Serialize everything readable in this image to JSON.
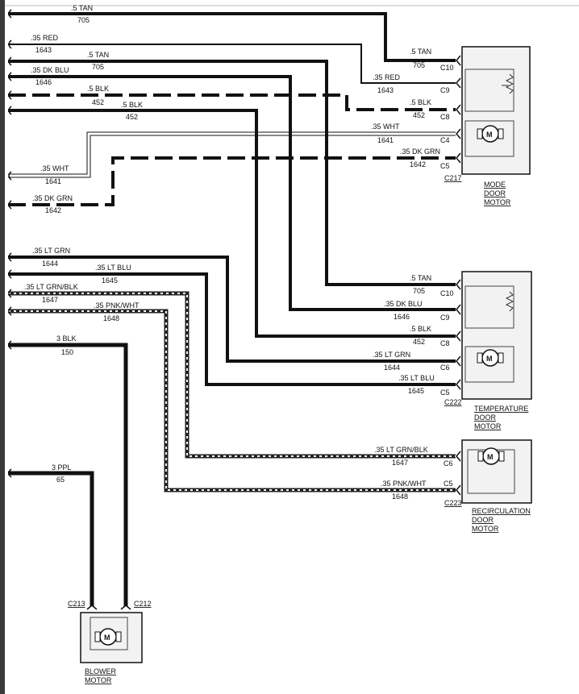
{
  "wires_top": [
    {
      "gauge_color": ".5 TAN",
      "circuit": "705"
    },
    {
      "gauge_color": ".35 RED",
      "circuit": "1643"
    },
    {
      "gauge_color": ".5 TAN",
      "circuit": "705"
    },
    {
      "gauge_color": ".35 DK BLU",
      "circuit": "1646"
    },
    {
      "gauge_color": ".5 BLK",
      "circuit": "452"
    },
    {
      "gauge_color": ".5 BLK",
      "circuit": "452"
    },
    {
      "gauge_color": ".35 WHT",
      "circuit": "1641"
    },
    {
      "gauge_color": ".35 DK GRN",
      "circuit": "1642"
    }
  ],
  "mode_pins": [
    {
      "gauge_color": ".5 TAN",
      "circuit": "705",
      "pin": "C10"
    },
    {
      "gauge_color": ".35 RED",
      "circuit": "1643",
      "pin": "C9"
    },
    {
      "gauge_color": ".5 BLK",
      "circuit": "452",
      "pin": "C8"
    },
    {
      "gauge_color": ".35 WHT",
      "circuit": "1641",
      "pin": "C4"
    },
    {
      "gauge_color": ".35 DK GRN",
      "circuit": "1642",
      "pin": "C5"
    }
  ],
  "mode_connector": "C217",
  "mode_label": [
    "MODE",
    "DOOR",
    "MOTOR"
  ],
  "wires_mid": [
    {
      "gauge_color": ".35 LT GRN",
      "circuit": "1644"
    },
    {
      "gauge_color": ".35 LT BLU",
      "circuit": "1645"
    },
    {
      "gauge_color": ".35 LT GRN/BLK",
      "circuit": "1647"
    },
    {
      "gauge_color": ".35 PNK/WHT",
      "circuit": "1648"
    },
    {
      "gauge_color": "3 BLK",
      "circuit": "150"
    }
  ],
  "temp_pins": [
    {
      "gauge_color": ".5 TAN",
      "circuit": "705",
      "pin": "C10"
    },
    {
      "gauge_color": ".35 DK BLU",
      "circuit": "1646",
      "pin": "C9"
    },
    {
      "gauge_color": ".5 BLK",
      "circuit": "452",
      "pin": "C8"
    },
    {
      "gauge_color": ".35 LT GRN",
      "circuit": "1644",
      "pin": "C6"
    },
    {
      "gauge_color": ".35 LT BLU",
      "circuit": "1645",
      "pin": "C5"
    }
  ],
  "temp_connector": "C222",
  "temp_label": [
    "TEMPERATURE",
    "DOOR",
    "MOTOR"
  ],
  "recirc_pins": [
    {
      "gauge_color": ".35 LT GRN/BLK",
      "circuit": "1647",
      "pin": "C6"
    },
    {
      "gauge_color": ".35 PNK/WHT",
      "circuit": "1648",
      "pin": "C5"
    }
  ],
  "recirc_connector": "C223",
  "recirc_label": [
    "RECIRCULATION",
    "DOOR",
    "MOTOR"
  ],
  "ppl_wire": {
    "gauge_color": "3 PPL",
    "circuit": "65"
  },
  "blower_connectors": [
    "C213",
    "C212"
  ],
  "blower_label": [
    "BLOWER",
    "MOTOR"
  ],
  "motor_symbol": "M"
}
